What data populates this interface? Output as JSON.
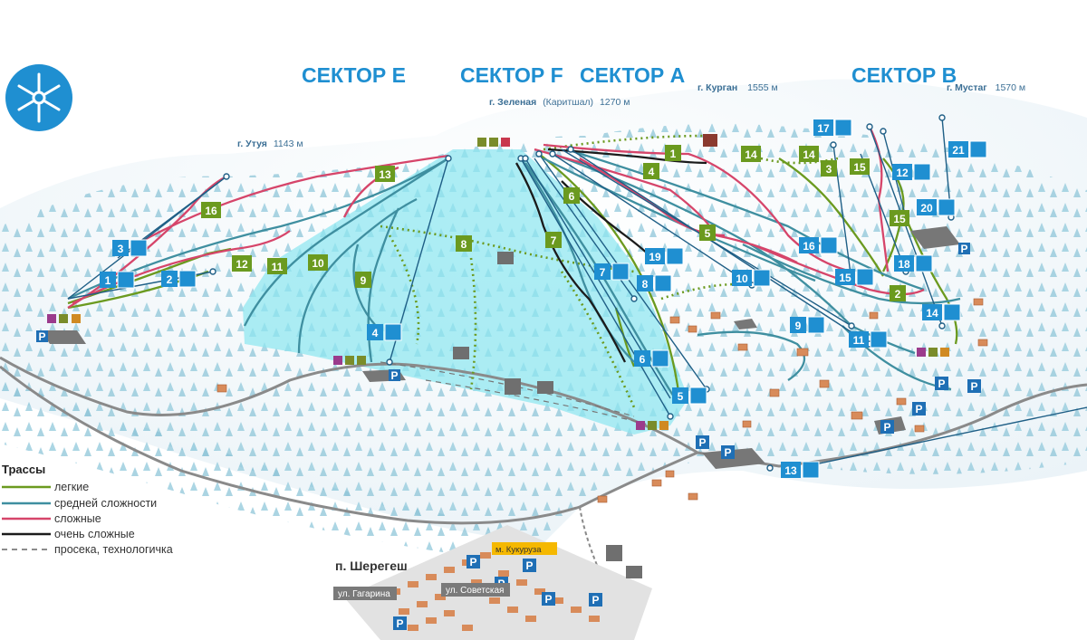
{
  "sectors": [
    {
      "id": "e",
      "name": "СЕКТОР E"
    },
    {
      "id": "f",
      "name": "СЕКТОР F"
    },
    {
      "id": "a",
      "name": "СЕКТОР A"
    },
    {
      "id": "b",
      "name": "СЕКТОР B"
    }
  ],
  "peaks": {
    "utuya": {
      "name": "г. Утуя",
      "height": "1143 м"
    },
    "zelenaya": {
      "name": "г. Зеленая",
      "alt": "(Каритшал)",
      "height": "1270 м"
    },
    "kurgan": {
      "name": "г. Курган",
      "height": "1555 м"
    },
    "mustag": {
      "name": "г. Мустаг",
      "height": "1570 м"
    }
  },
  "legend": {
    "title": "Трассы",
    "items": [
      {
        "label": "легкие",
        "color": "#6b9a1f",
        "style": "solid"
      },
      {
        "label": "средней сложности",
        "color": "#3f8fa0",
        "style": "solid"
      },
      {
        "label": "сложные",
        "color": "#d6456a",
        "style": "solid"
      },
      {
        "label": "очень сложные",
        "color": "#1b1b1b",
        "style": "solid"
      },
      {
        "label": "просека, технологичка",
        "color": "#666666",
        "style": "dashed"
      }
    ]
  },
  "village": {
    "name": "п. Шерегеш",
    "streets": [
      "ул. Гагарина",
      "ул. Советская"
    ],
    "market": "м. Кукуруза"
  },
  "colors": {
    "easy": "#6b9a1f",
    "medium": "#3f8fa0",
    "hard": "#d6456a",
    "expert": "#1b1b1b",
    "lift": "#1f8fd1",
    "sectorF": "#8ee6f0",
    "parking": "#1f6fb5"
  },
  "icons": [
    "snowflake-logo-icon",
    "parking-icon",
    "wc-icon",
    "cafe-icon",
    "gondola-icon",
    "chairlift-icon",
    "draglift-icon",
    "ski-school-icon",
    "cross-country-icon"
  ],
  "lifts": [
    "1",
    "2",
    "3",
    "4",
    "5",
    "6",
    "7",
    "8",
    "9",
    "10",
    "11",
    "12",
    "13",
    "14",
    "15",
    "16",
    "17",
    "18",
    "19",
    "20",
    "21"
  ],
  "greenTrails": [
    "1",
    "2",
    "3",
    "4",
    "5",
    "6",
    "7",
    "8",
    "9",
    "10",
    "11",
    "12",
    "13",
    "14",
    "15",
    "16"
  ]
}
